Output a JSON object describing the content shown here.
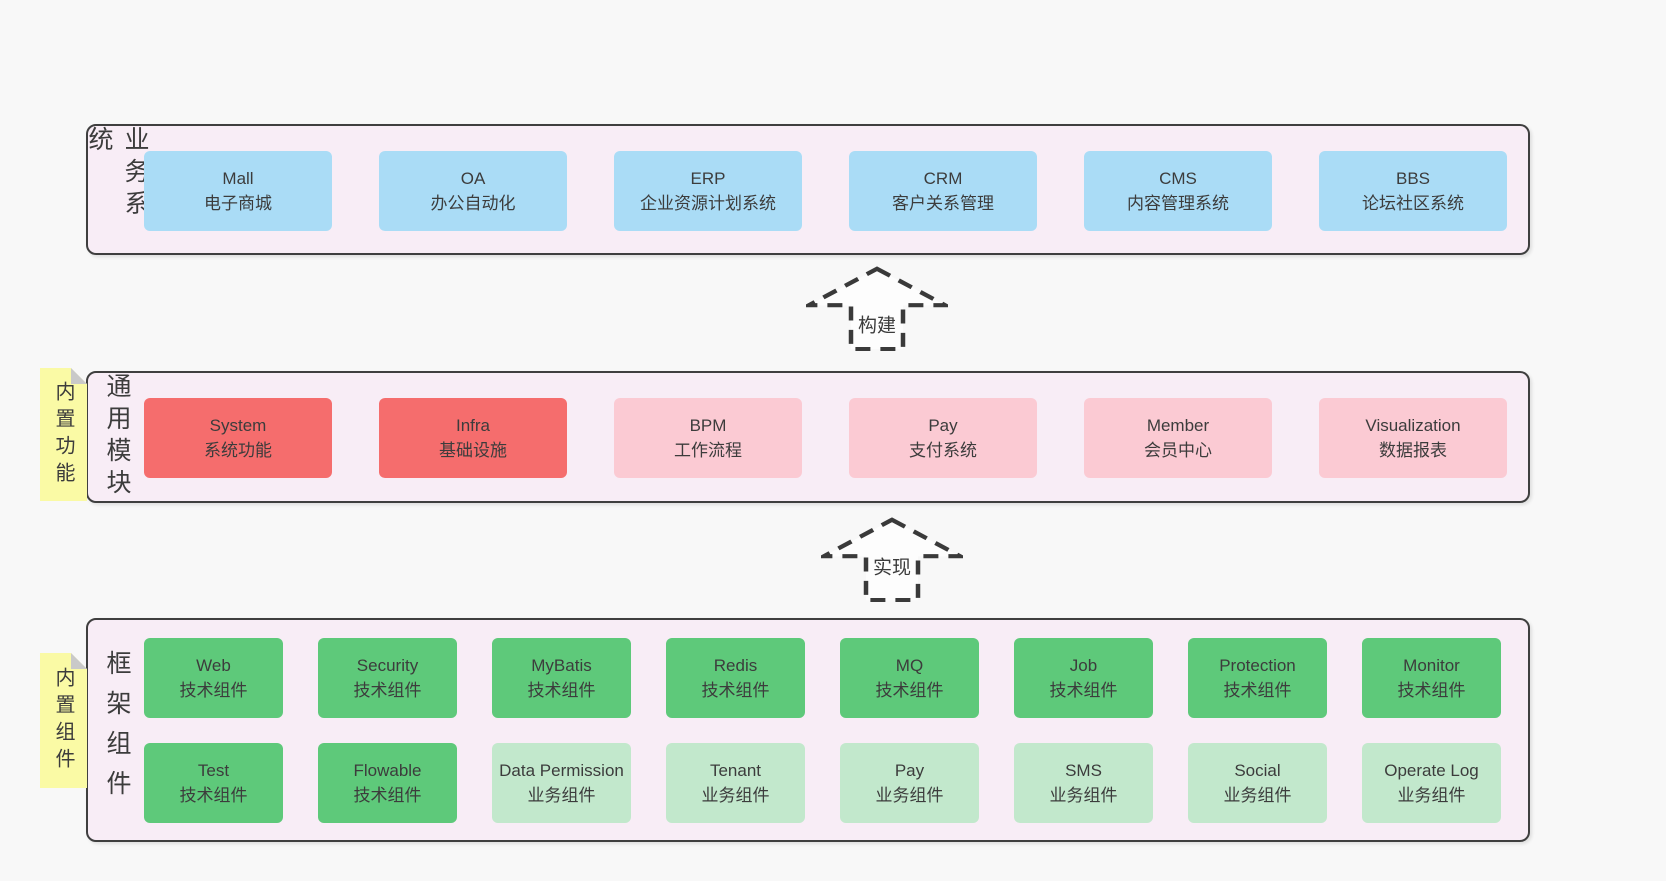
{
  "colors": {
    "page_bg": "#f8f8f8",
    "band_bg": "#f8edf6",
    "band_border": "#3f3f3f",
    "text": "#3c3c3c",
    "blue": "#aadcf6",
    "red": "#f56d6d",
    "pink": "#fbcad3",
    "green": "#5ec97a",
    "green_light": "#c2e8cc",
    "note_bg": "#fafaa5",
    "note_fold": "#c9c9c9",
    "arrow": "#3a3a3a"
  },
  "arrows": [
    {
      "label": "构建"
    },
    {
      "label": "实现"
    }
  ],
  "bands": [
    {
      "label": "业务系统",
      "rows": [
        [
          {
            "title": "Mall",
            "subtitle": "电子商城",
            "type": "blue"
          },
          {
            "title": "OA",
            "subtitle": "办公自动化",
            "type": "blue"
          },
          {
            "title": "ERP",
            "subtitle": "企业资源计划系统",
            "type": "blue"
          },
          {
            "title": "CRM",
            "subtitle": "客户关系管理",
            "type": "blue"
          },
          {
            "title": "CMS",
            "subtitle": "内容管理系统",
            "type": "blue"
          },
          {
            "title": "BBS",
            "subtitle": "论坛社区系统",
            "type": "blue"
          }
        ]
      ]
    },
    {
      "label": "通用模块",
      "note": "内置功能",
      "rows": [
        [
          {
            "title": "System",
            "subtitle": "系统功能",
            "type": "red"
          },
          {
            "title": "Infra",
            "subtitle": "基础设施",
            "type": "red"
          },
          {
            "title": "BPM",
            "subtitle": "工作流程",
            "type": "pink"
          },
          {
            "title": "Pay",
            "subtitle": "支付系统",
            "type": "pink"
          },
          {
            "title": "Member",
            "subtitle": "会员中心",
            "type": "pink"
          },
          {
            "title": "Visualization",
            "subtitle": "数据报表",
            "type": "pink"
          }
        ]
      ]
    },
    {
      "label": "框架组件",
      "note": "内置组件",
      "rows": [
        [
          {
            "title": "Web",
            "subtitle": "技术组件",
            "type": "green"
          },
          {
            "title": "Security",
            "subtitle": "技术组件",
            "type": "green"
          },
          {
            "title": "MyBatis",
            "subtitle": "技术组件",
            "type": "green"
          },
          {
            "title": "Redis",
            "subtitle": "技术组件",
            "type": "green"
          },
          {
            "title": "MQ",
            "subtitle": "技术组件",
            "type": "green"
          },
          {
            "title": "Job",
            "subtitle": "技术组件",
            "type": "green"
          },
          {
            "title": "Protection",
            "subtitle": "技术组件",
            "type": "green"
          },
          {
            "title": "Monitor",
            "subtitle": "技术组件",
            "type": "green"
          }
        ],
        [
          {
            "title": "Test",
            "subtitle": "技术组件",
            "type": "green"
          },
          {
            "title": "Flowable",
            "subtitle": "技术组件",
            "type": "green"
          },
          {
            "title": "Data Permission",
            "subtitle": "业务组件",
            "type": "green-light"
          },
          {
            "title": "Tenant",
            "subtitle": "业务组件",
            "type": "green-light"
          },
          {
            "title": "Pay",
            "subtitle": "业务组件",
            "type": "green-light"
          },
          {
            "title": "SMS",
            "subtitle": "业务组件",
            "type": "green-light"
          },
          {
            "title": "Social",
            "subtitle": "业务组件",
            "type": "green-light"
          },
          {
            "title": "Operate Log",
            "subtitle": "业务组件",
            "type": "green-light"
          }
        ]
      ]
    }
  ]
}
